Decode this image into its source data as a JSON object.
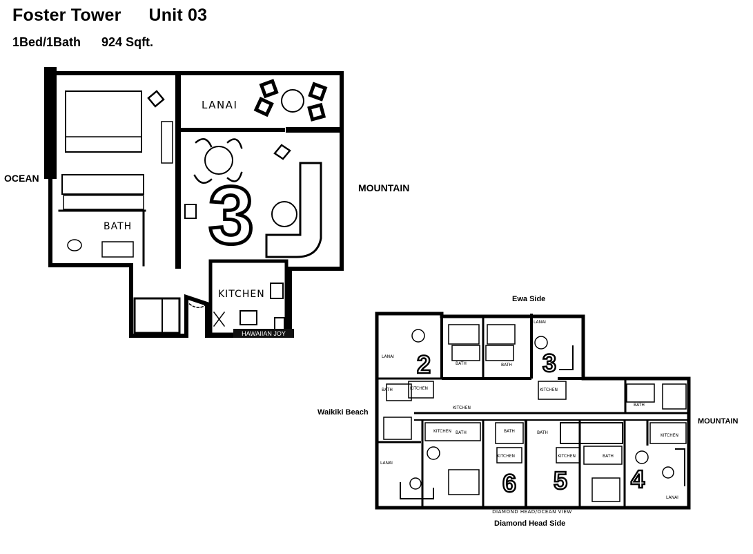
{
  "header": {
    "building": "Foster Tower",
    "unit": "Unit 03",
    "beds_baths": "1Bed/1Bath",
    "sqft": "924 Sqft."
  },
  "unit_plan": {
    "orientation_left": "OCEAN",
    "orientation_right": "MOUNTAIN",
    "rooms": {
      "lanai": "LANAI",
      "bath": "BATH",
      "kitchen": "KITCHEN"
    },
    "unit_number": "3",
    "watermark": "HAWAIIAN JOY"
  },
  "floor_plan": {
    "top_label": "Ewa Side",
    "left_label": "Waikiki Beach",
    "right_label": "MOUNTAIN",
    "bottom_label": "Diamond Head Side",
    "bottom_strip": "DIAMOND HEAD/OCEAN VIEW",
    "units": [
      "2",
      "3",
      "6",
      "5",
      "4"
    ],
    "room_labels": {
      "lanai_a": "LANAI",
      "lanai_b": "LANAI",
      "lanai_c": "LANAI",
      "lanai_d": "LANAI",
      "bath_a": "BATH",
      "bath_b": "BATH",
      "bath_c": "BATH",
      "bath_d": "BATH",
      "bath_e": "BATH",
      "bath_f": "BATH",
      "bath_g": "BATH",
      "bath_h": "BATH",
      "kitchen_a": "KITCHEN",
      "kitchen_b": "KITCHEN",
      "kitchen_c": "KITCHEN",
      "kitchen_d": "KITCHEN",
      "kitchen_e": "KITCHEN",
      "kitchen_f": "KITCHEN",
      "kitchen_g": "KITCHEN"
    }
  }
}
